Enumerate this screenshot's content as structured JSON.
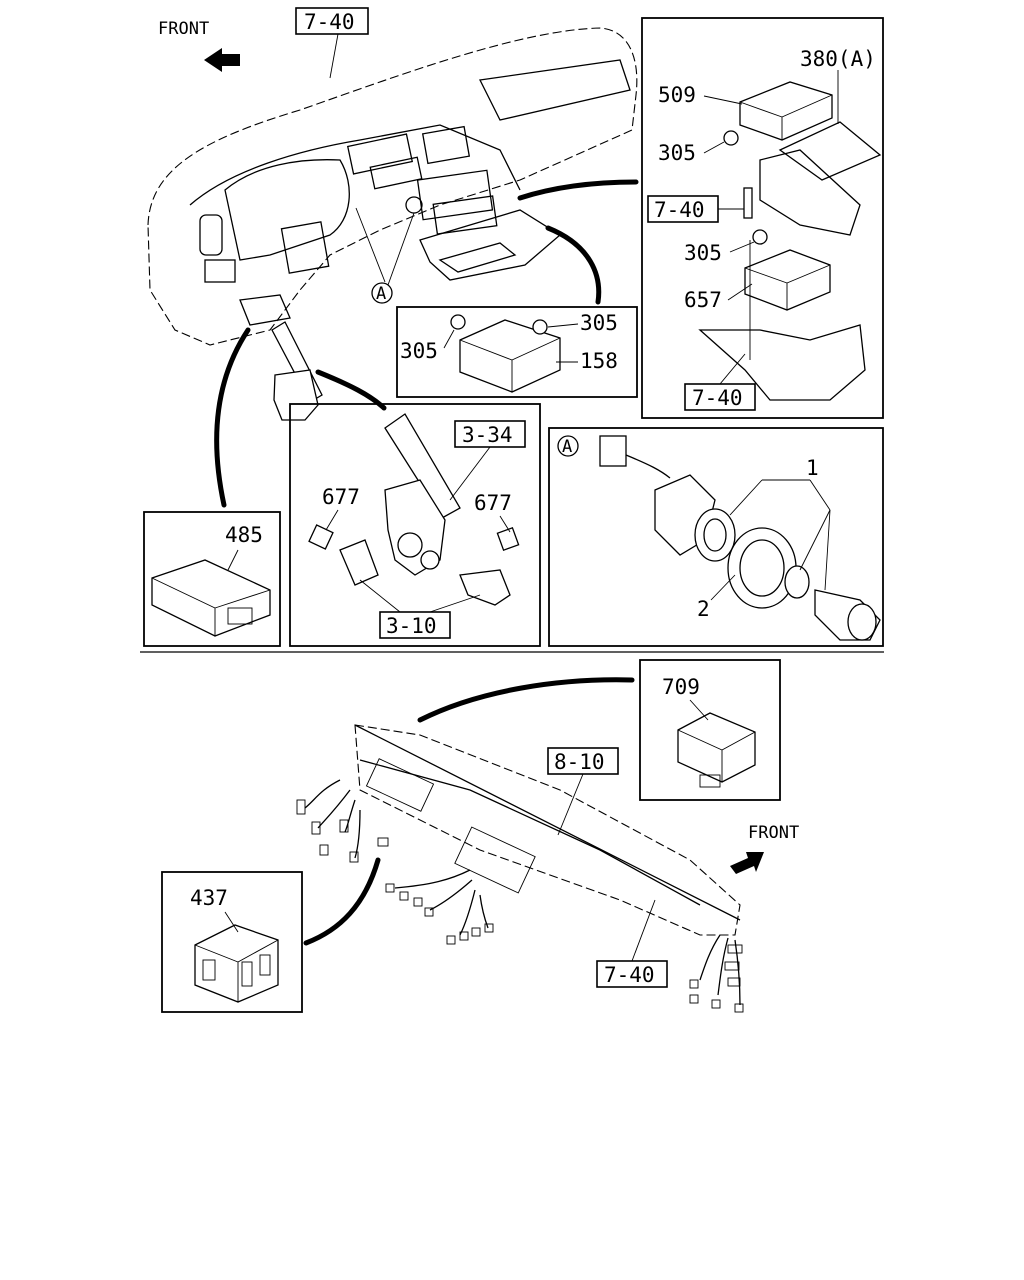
{
  "front_labels": {
    "top": "FRONT",
    "bottom": "FRONT"
  },
  "refs": {
    "dash_top": "7-40",
    "bracket_mid": "7-40",
    "bracket_bottom": "7-40",
    "pedal": "3-34",
    "hoses": "3-10",
    "harness": "8-10",
    "harness_bottom": "7-40"
  },
  "parts": {
    "p380": "380(A)",
    "p509": "509",
    "p305_a": "305",
    "p305_b": "305",
    "p657": "657",
    "p305_c": "305",
    "p305_d": "305",
    "p158": "158",
    "p485": "485",
    "p677_a": "677",
    "p677_b": "677",
    "p1": "1",
    "p2": "2",
    "p709": "709",
    "p437": "437"
  },
  "callout": {
    "letter": "A"
  }
}
